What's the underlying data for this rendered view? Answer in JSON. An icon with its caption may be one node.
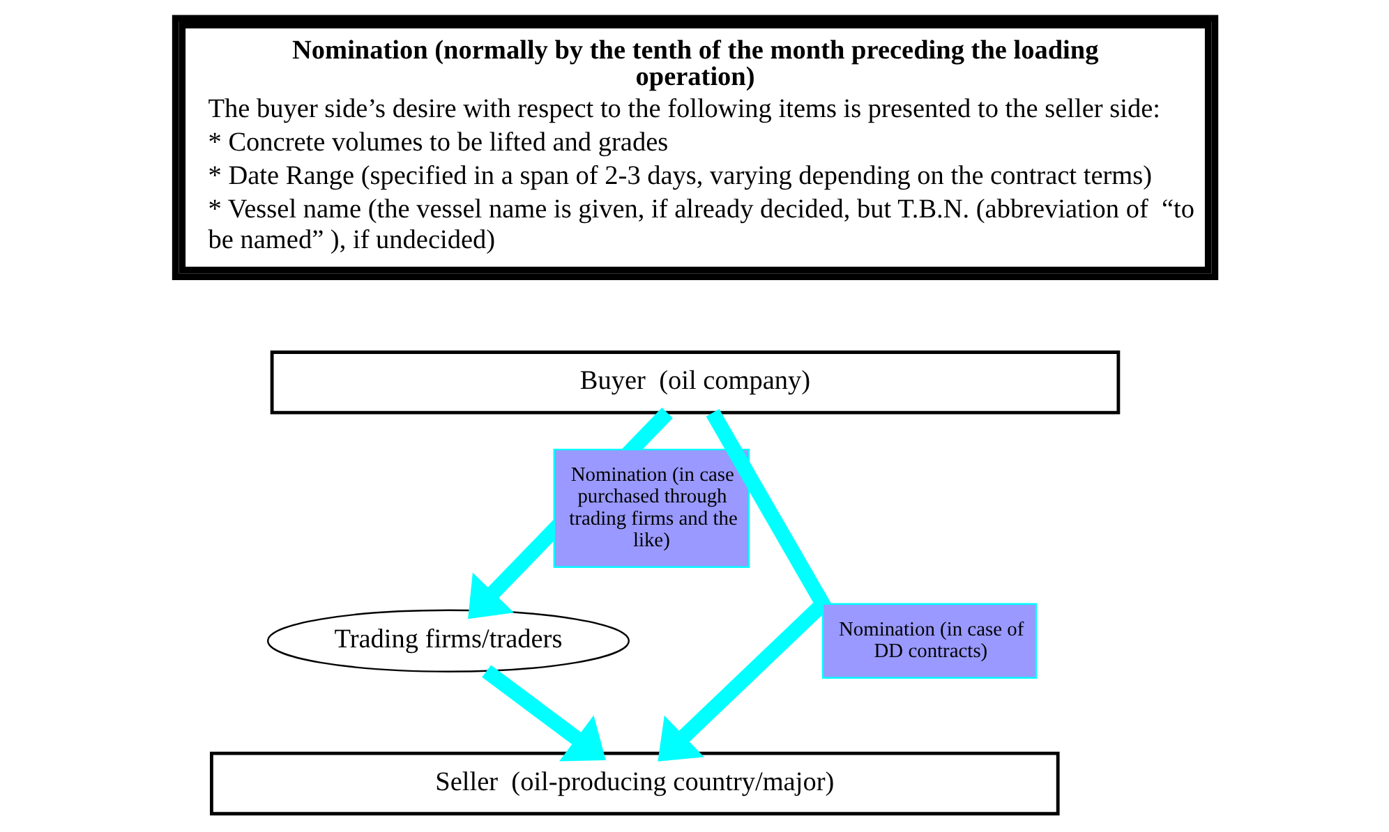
{
  "diagram": {
    "nodes": [
      {
        "text": [
          "Nomination (normally by the tenth of the month preceding the loading operation)",
          "The buyer side’s desire with respect to the following items is presented to the seller side:",
          "* Concrete volumes to be lifted and grades",
          "* Date Range (specified in a span of 2-3 days, varying depending on the contract terms)",
          "* Vessel name (the vessel name is given, if already decided, but T.B.N. (abbreviation of  “to be named” ), if undecided)"
        ]
      },
      {
        "text": [
          "Buyer  (oil company)"
        ]
      },
      {
        "text": [
          "Trading firms/traders"
        ]
      },
      {
        "text": [
          "Seller  (oil-producing country/major)"
        ]
      }
    ],
    "edges": [
      {
        "from": 1,
        "to": 3,
        "arrow": "to",
        "label": "Nomination (in case of DD contracts)"
      },
      {
        "from": 1,
        "to": 2,
        "arrow": "to",
        "label": "Nomination (in case purchased through trading firms and the like)"
      },
      {
        "from": 2,
        "to": 3,
        "arrow": "to"
      }
    ]
  }
}
